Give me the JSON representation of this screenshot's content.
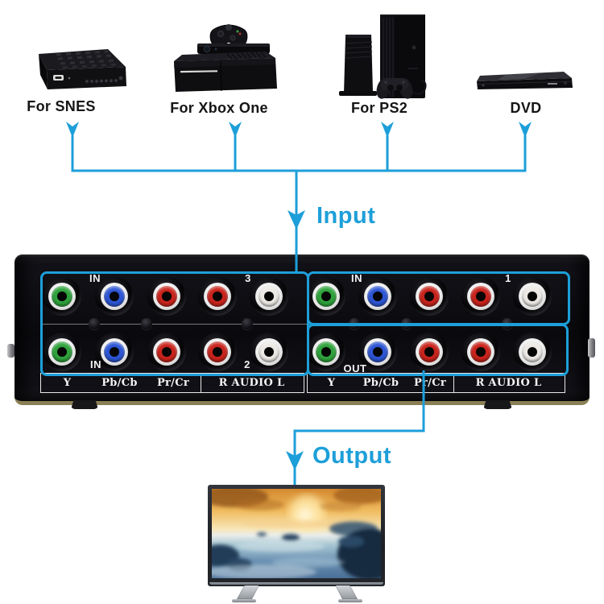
{
  "colors": {
    "accent": "#1d9fd9",
    "panel": "#0b0b0f"
  },
  "devices": [
    {
      "id": "snes",
      "label": "For SNES"
    },
    {
      "id": "xbox",
      "label": "For Xbox One"
    },
    {
      "id": "ps2",
      "label": "For PS2"
    },
    {
      "id": "dvd",
      "label": "DVD"
    }
  ],
  "flow": {
    "input_label": "Input",
    "output_label": "Output"
  },
  "switcher": {
    "groups": [
      {
        "id": "in-3",
        "label": "IN",
        "number": "3"
      },
      {
        "id": "in-2",
        "label": "IN",
        "number": "2"
      },
      {
        "id": "in-1",
        "label": "IN",
        "number": "1"
      },
      {
        "id": "out",
        "label": "OUT",
        "number": ""
      }
    ],
    "port_labels": [
      "Y",
      "Pb/Cb",
      "Pr/Cr",
      "R AUDIO L"
    ],
    "port_colors": [
      "#2fa23c",
      "#2d55d4",
      "#c8231c",
      "#c8231c",
      "#ece9e4"
    ]
  }
}
